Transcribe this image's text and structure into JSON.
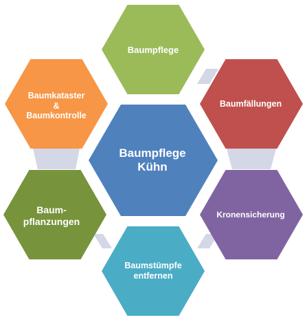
{
  "center": {
    "label": "Baumpflege\nKühn",
    "color": "#4f81bd"
  },
  "services": [
    {
      "key": "baumpflege",
      "label": "Baumpflege",
      "color": "#9bbb59"
    },
    {
      "key": "baumfaellungen",
      "label": "Baumfällungen",
      "color": "#c0504d"
    },
    {
      "key": "kronensicherung",
      "label": "Kronensicherung",
      "color": "#8064a2"
    },
    {
      "key": "baumstuempfe",
      "label": "Baumstümpfe\nentfernen",
      "color": "#4bacc6"
    },
    {
      "key": "baumpflanzungen",
      "label": "Baum-\npflanzungen",
      "color": "#77933c"
    },
    {
      "key": "baumkataster",
      "label": "Baumkataster\n&\nBaumkontrolle",
      "color": "#f79646"
    }
  ],
  "connector_color": "#d3d7e6"
}
